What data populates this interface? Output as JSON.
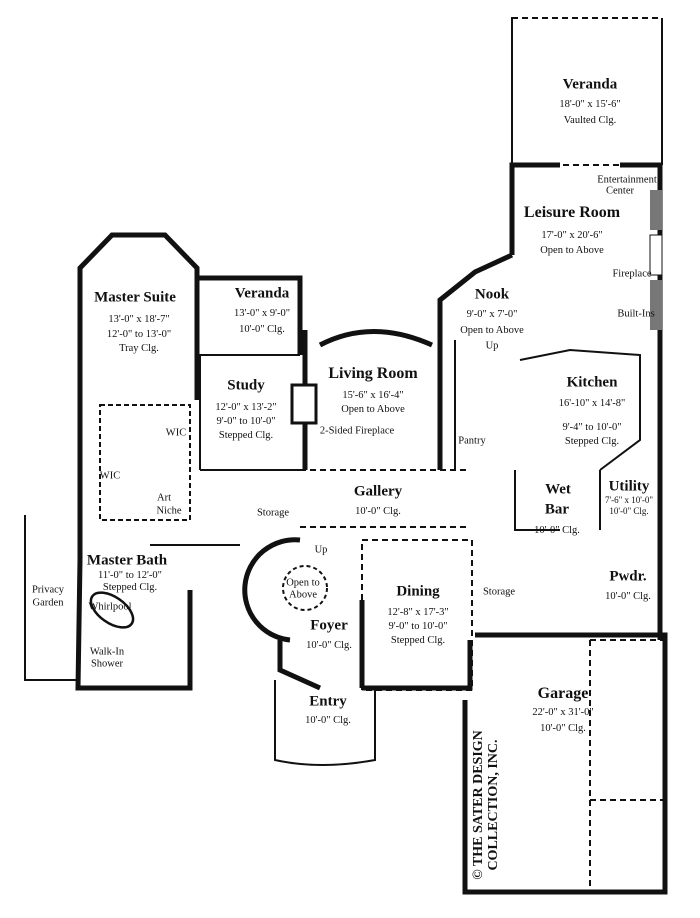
{
  "rooms": {
    "veranda_rear": {
      "name": "Veranda",
      "dims": "18'-0\" x 15'-6\"",
      "ceiling": "Vaulted Clg."
    },
    "leisure": {
      "name": "Leisure Room",
      "dims": "17'-0\" x 20'-6\"",
      "ceiling": "Open to Above"
    },
    "nook": {
      "name": "Nook",
      "dims": "9'-0\" x 7'-0\"",
      "ceiling": "Open to Above"
    },
    "kitchen": {
      "name": "Kitchen",
      "dims": "16'-10\" x 14'-8\"",
      "ceiling": "9'-4\" to 10'-0\"",
      "ceiling2": "Stepped Clg."
    },
    "master_suite": {
      "name": "Master Suite",
      "dims": "13'-0\" x 18'-7\"",
      "ceiling": "12'-0\" to 13'-0\"",
      "ceiling2": "Tray Clg."
    },
    "veranda_side": {
      "name": "Veranda",
      "dims": "13'-0\" x 9'-0\"",
      "ceiling": "10'-0\" Clg."
    },
    "living": {
      "name": "Living Room",
      "dims": "15'-6\" x 16'-4\"",
      "ceiling": "Open to Above"
    },
    "study": {
      "name": "Study",
      "dims": "12'-0\" x 13'-2\"",
      "ceiling": "9'-0\" to 10'-0\"",
      "ceiling2": "Stepped Clg."
    },
    "gallery": {
      "name": "Gallery",
      "ceiling": "10'-0\" Clg."
    },
    "wet_bar": {
      "name1": "Wet",
      "name2": "Bar",
      "ceiling": "10'-0\" Clg."
    },
    "utility": {
      "name": "Utility",
      "dims": "7'-6\" x 10'-0\"",
      "ceiling": "10'-0\" Clg."
    },
    "powder": {
      "name": "Pwdr.",
      "ceiling": "10'-0\" Clg."
    },
    "master_bath": {
      "name": "Master Bath",
      "ceiling": "11'-0\" to 12'-0\"",
      "ceiling2": "Stepped Clg."
    },
    "foyer": {
      "name": "Foyer",
      "ceiling": "10'-0\" Clg."
    },
    "dining": {
      "name": "Dining",
      "dims": "12'-8\" x 17'-3\"",
      "ceiling": "9'-0\" to 10'-0\"",
      "ceiling2": "Stepped Clg."
    },
    "entry": {
      "name": "Entry",
      "ceiling": "10'-0\" Clg."
    },
    "garage": {
      "name": "Garage",
      "dims": "22'-0\" x 31'-0\"",
      "ceiling": "10'-0\" Clg."
    }
  },
  "notes": {
    "entertainment1": "Entertainment",
    "entertainment2": "Center",
    "fireplace": "Fireplace",
    "built_ins": "Built-Ins",
    "nook_up": "Up",
    "pantry": "Pantry",
    "two_sided_fireplace": "2-Sided Fireplace",
    "wic1": "WIC",
    "wic2": "WIC",
    "art1": "Art",
    "art2": "Niche",
    "storage1": "Storage",
    "storage2": "Storage",
    "privacy1": "Privacy",
    "privacy2": "Garden",
    "whirlpool": "Whirlpool",
    "shower1": "Walk-In",
    "shower2": "Shower",
    "stair_up": "Up",
    "open1": "Open to",
    "open2": "Above"
  },
  "copyright": {
    "line1": "© THE SATER DESIGN",
    "line2": "COLLECTION, INC."
  }
}
